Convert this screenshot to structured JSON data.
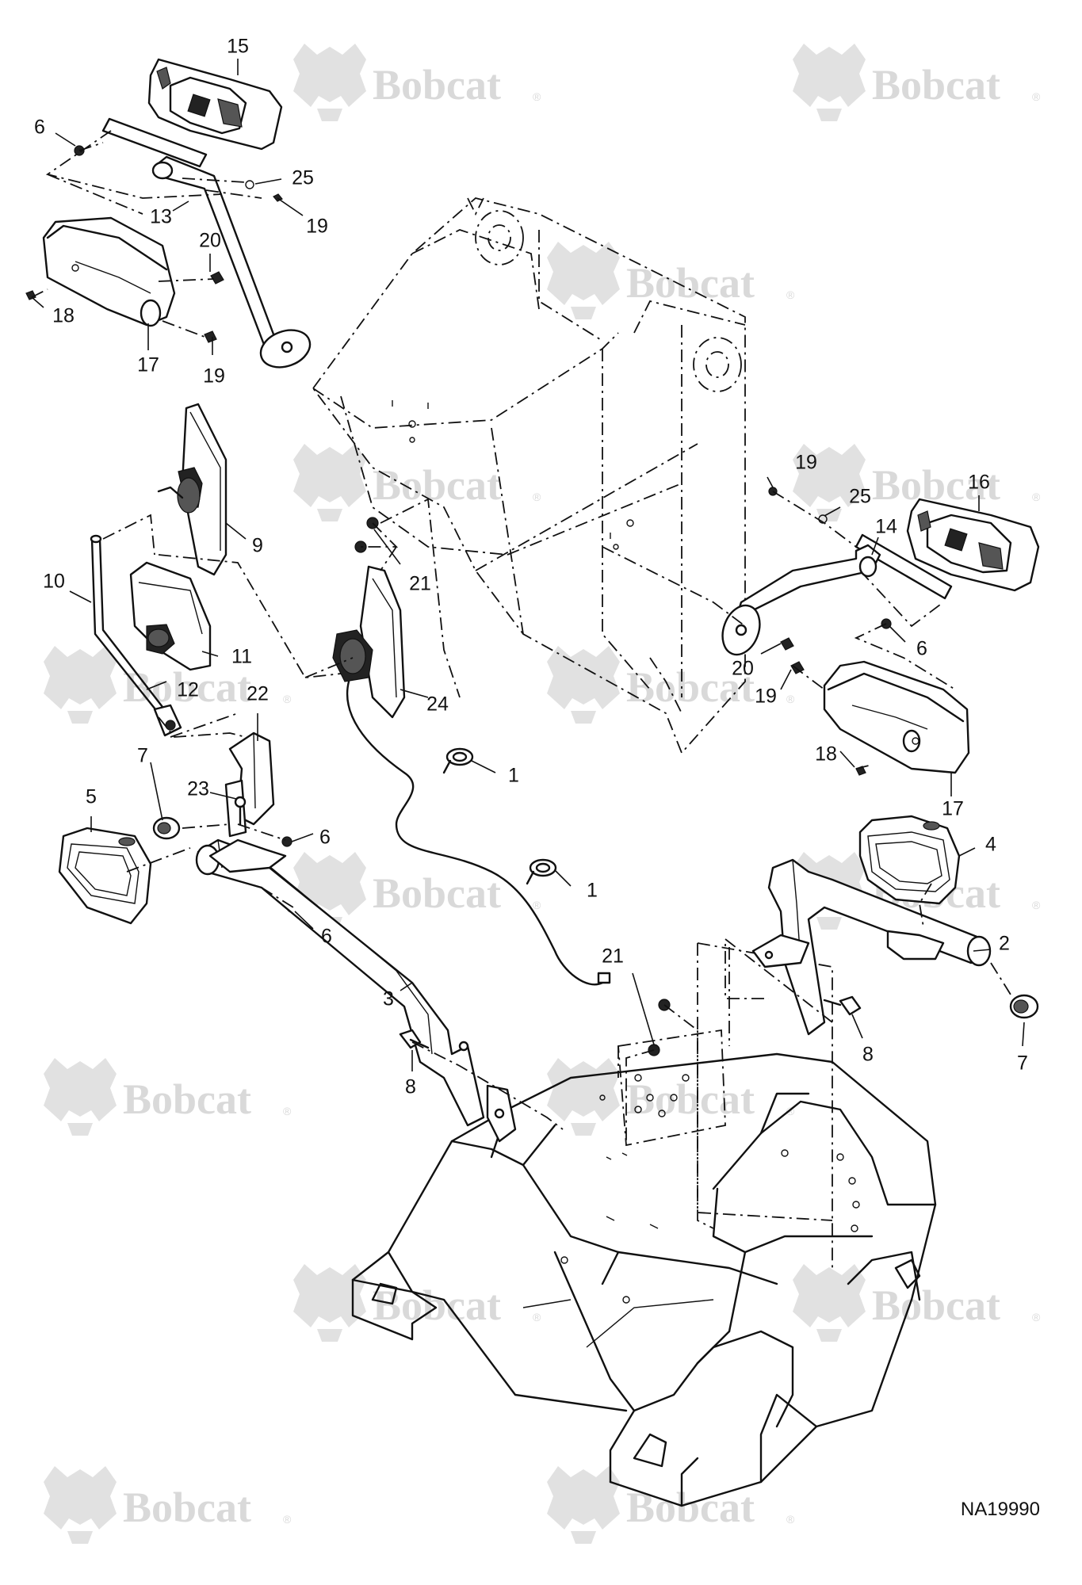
{
  "diagram": {
    "reference_code": "NA19990",
    "watermark": {
      "text": "Bobcat",
      "mark": "®"
    },
    "callouts": [
      {
        "label": "15"
      },
      {
        "label": "6"
      },
      {
        "label": "25"
      },
      {
        "label": "19"
      },
      {
        "label": "13"
      },
      {
        "label": "20"
      },
      {
        "label": "18"
      },
      {
        "label": "17"
      },
      {
        "label": "19"
      },
      {
        "label": "9"
      },
      {
        "label": "10"
      },
      {
        "label": "11"
      },
      {
        "label": "12"
      },
      {
        "label": "22"
      },
      {
        "label": "7"
      },
      {
        "label": "23"
      },
      {
        "label": "5"
      },
      {
        "label": "6"
      },
      {
        "label": "6"
      },
      {
        "label": "21"
      },
      {
        "label": "24"
      },
      {
        "label": "1"
      },
      {
        "label": "1"
      },
      {
        "label": "3"
      },
      {
        "label": "8"
      },
      {
        "label": "21"
      },
      {
        "label": "19"
      },
      {
        "label": "25"
      },
      {
        "label": "16"
      },
      {
        "label": "14"
      },
      {
        "label": "6"
      },
      {
        "label": "20"
      },
      {
        "label": "19"
      },
      {
        "label": "18"
      },
      {
        "label": "17"
      },
      {
        "label": "4"
      },
      {
        "label": "2"
      },
      {
        "label": "8"
      },
      {
        "label": "7"
      }
    ]
  }
}
